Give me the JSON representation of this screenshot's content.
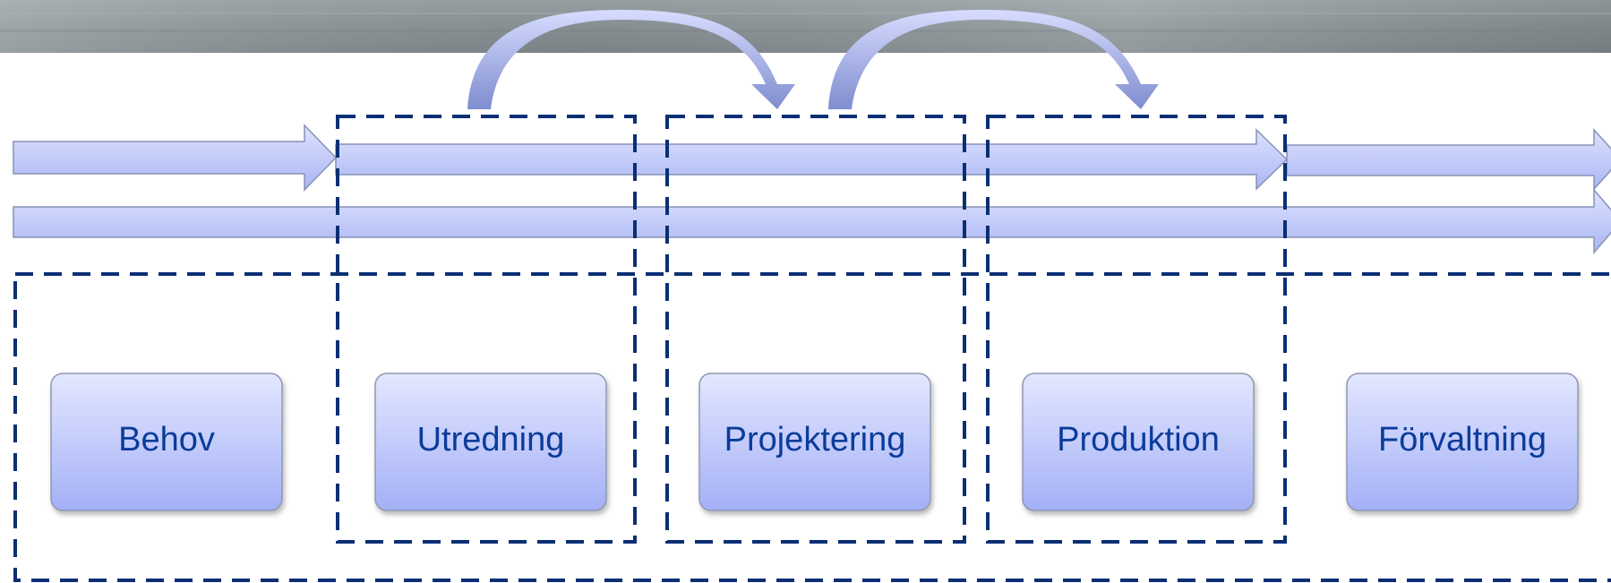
{
  "diagram": {
    "stages": [
      {
        "id": "behov",
        "label": "Behov"
      },
      {
        "id": "utredning",
        "label": "Utredning"
      },
      {
        "id": "projektering",
        "label": "Projektering"
      },
      {
        "id": "produktion",
        "label": "Produktion"
      },
      {
        "id": "forvaltning",
        "label": "Förvaltning"
      }
    ]
  },
  "colors": {
    "box_top": "#e3e7ff",
    "box_bottom": "#a4b0f6",
    "box_stroke": "#8f98b0",
    "label": "#0a3c9a",
    "dash": "#0b2f74",
    "arrow_top": "#dde2ff",
    "arrow_bottom": "#aab6f3",
    "curve_top": "#c6cfff",
    "curve_bottom": "#7f8ccf",
    "banner": "#8e969a"
  }
}
